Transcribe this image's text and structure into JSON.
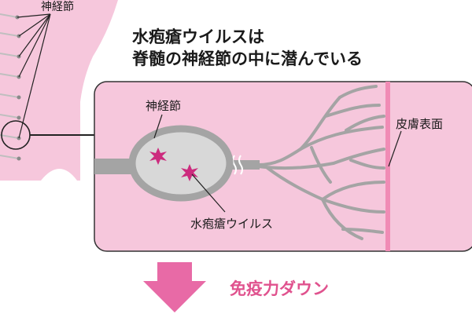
{
  "labels": {
    "top_ganglion": "神経節",
    "headline_line1": "水疱瘡ウイルスは",
    "headline_line2": "脊髄の神経節の中に潜んでいる",
    "ganglion": "神経節",
    "skin_surface": "皮膚表面",
    "virus": "水疱瘡ウイルス",
    "result": "免疫力ダウン"
  },
  "colors": {
    "skin_pink": "#f6c7dc",
    "skin_edge": "#f08bb5",
    "nerve_gray": "#a4a4a4",
    "ganglion_gray": "#d8d8d8",
    "virus_magenta": "#cc2b7e",
    "arrow_pink": "#e86aa6",
    "text_pink": "#e0528e"
  },
  "icons": {
    "virus": "star-burst-icon",
    "arrow": "down-arrow-icon"
  }
}
